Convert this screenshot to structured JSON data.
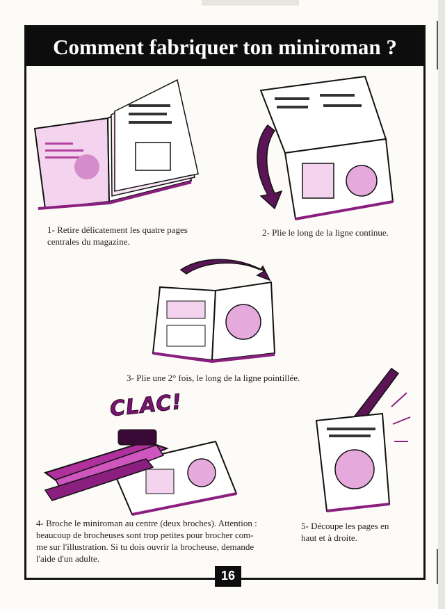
{
  "title": "Comment fabriquer ton miniroman ?",
  "steps": [
    {
      "text_lines": [
        "1- Retire délicatement les quatre pages",
        "centrales du magazine."
      ]
    },
    {
      "text_lines": [
        "2- Plie le long de la ligne continue."
      ]
    },
    {
      "text_lines": [
        "3- Plie une 2° fois, le long de la ligne pointillée."
      ]
    },
    {
      "text_lines": [
        "4- Broche le miniroman au centre (deux broches). Attention :",
        "beaucoup de brocheuses sont trop petites pour brocher com-",
        "me sur l'illustration. Si tu dois ouvrir la brocheuse, demande",
        "l'aide d'un adulte."
      ]
    },
    {
      "text_lines": [
        "5- Découpe les pages en",
        "haut et à droite."
      ]
    }
  ],
  "sound_effect": "CLAC!",
  "page_number": "16",
  "colors": {
    "accent": "#a0309a",
    "ink": "#111111",
    "paper": "#fdfbf7",
    "title_bg": "#0d0d0d"
  }
}
